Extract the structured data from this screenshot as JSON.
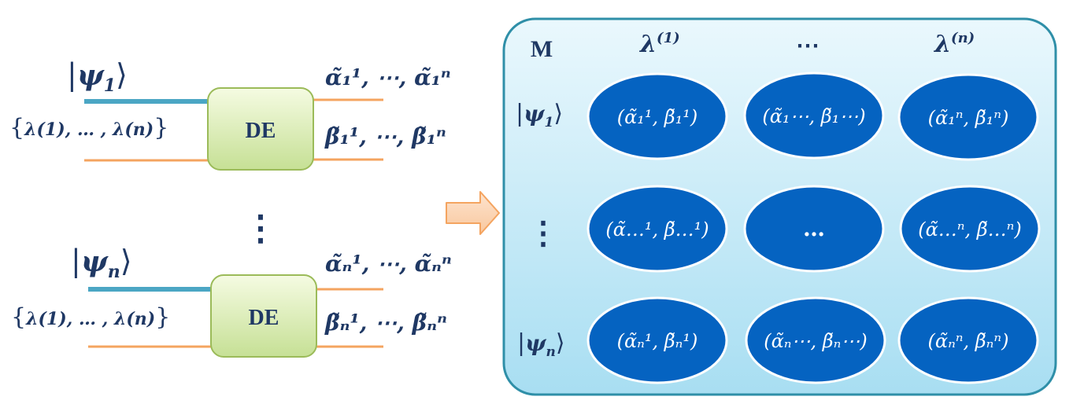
{
  "left": {
    "blocks": [
      {
        "state_base": "ψ",
        "state_sub": "1",
        "params_set": "λ(1), … , λ(n)",
        "box_label": "DE",
        "alpha_out": "α̃₁¹, ⋯, α̃₁ⁿ",
        "beta_out": "β̃₁¹, ⋯, β̃₁ⁿ"
      },
      {
        "state_base": "ψ",
        "state_sub": "n",
        "params_set": "λ(1), … , λ(n)",
        "box_label": "DE",
        "alpha_out": "α̃ₙ¹, ⋯, α̃ₙⁿ",
        "beta_out": "β̃ₙ¹, ⋯, β̃ₙⁿ"
      }
    ]
  },
  "matrix": {
    "corner_label": "M",
    "columns": [
      {
        "base": "λ",
        "sup": "(1)"
      },
      {
        "text": "⋯"
      },
      {
        "base": "λ",
        "sup": "(n)"
      }
    ],
    "rows": [
      {
        "label_base": "ψ",
        "label_sub": "1",
        "cells": [
          "(α̃₁¹, β̃₁¹)",
          "(α̃₁⋯, β̃₁⋯)",
          "(α̃₁ⁿ, β̃₁ⁿ)"
        ]
      },
      {
        "label_text": "⋮",
        "cells": [
          "(α̃…¹, β̃…¹)",
          "…",
          "(α̃…ⁿ, β̃…ⁿ)"
        ]
      },
      {
        "label_base": "ψ",
        "label_sub": "n",
        "cells": [
          "(α̃ₙ¹, β̃ₙ¹)",
          "(α̃ₙ⋯, β̃ₙ⋯)",
          "(α̃ₙⁿ, β̃ₙⁿ)"
        ]
      }
    ]
  },
  "colors": {
    "matrix_bg_top": "#eaf8fd",
    "matrix_bg_bottom": "#a8def2",
    "matrix_border": "#2f8fa8",
    "ellipse_fill": "#0563c1",
    "ellipse_stroke": "#ffffff",
    "de_box_top": "#f3f9dd",
    "de_box_bottom": "#c9e29a",
    "de_box_border": "#9bbb59",
    "teal_line": "#4ba6c4",
    "orange_line": "#f4a460",
    "arrow_fill": "#fbd5b5",
    "arrow_stroke": "#f4a460",
    "text_navy": "#1f3864"
  }
}
